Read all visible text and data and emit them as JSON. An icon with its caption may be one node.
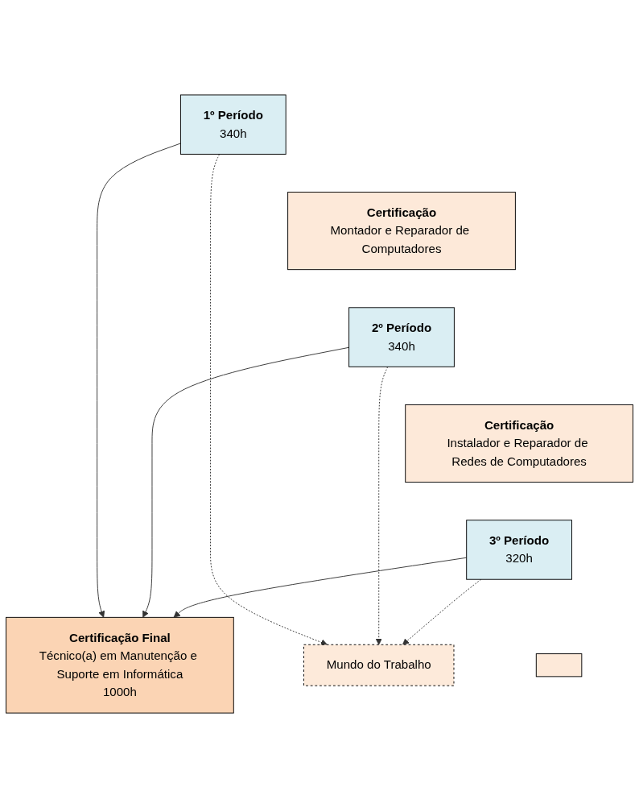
{
  "diagram": {
    "nodes": [
      {
        "text": [
          "1º Período",
          "340h"
        ]
      },
      {
        "text": [
          "Certificação",
          "Montador e Reparador de Computadores"
        ]
      },
      {
        "text": [
          "2º Período",
          "340h"
        ]
      },
      {
        "text": [
          "Certificação",
          "Instalador e Reparador de Redes de Computadores"
        ]
      },
      {
        "text": [
          "3º Período",
          "320h"
        ]
      },
      {
        "text": [],
        "shape": "box"
      },
      {
        "text": [
          "Mundo do Trabalho"
        ]
      },
      {
        "text": [
          "Certificação Final",
          "Técnico(a) em Manutenção e Suporte em Informática",
          "1000h"
        ]
      }
    ],
    "edges": [
      {
        "from": 0,
        "to": 7,
        "arrow": "to"
      },
      {
        "from": 2,
        "to": 7,
        "arrow": "to"
      },
      {
        "from": 4,
        "to": 7,
        "arrow": "to"
      },
      {
        "from": 0,
        "to": 6,
        "arrow": "to",
        "style": "dashed"
      },
      {
        "from": 2,
        "to": 6,
        "arrow": "to",
        "style": "dashed"
      },
      {
        "from": 4,
        "to": 6,
        "arrow": "to",
        "style": "dashed"
      }
    ]
  }
}
